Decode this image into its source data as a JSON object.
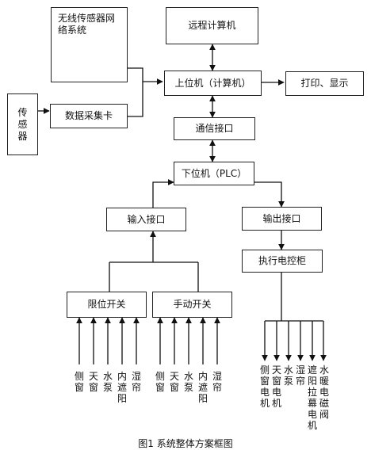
{
  "boxes": {
    "wsn": "无线传感器网络系统",
    "remote": "远程计算机",
    "upper": "上位机（计算机）",
    "print": "打印、显示",
    "sensor": "传感器",
    "daq": "数据采集卡",
    "comm": "通信接口",
    "lower": "下位机（PLC）",
    "input": "输入接口",
    "output": "输出接口",
    "exec": "执行电控柜",
    "limit": "限位开关",
    "manual": "手动开关"
  },
  "limit_inputs": [
    "侧窗",
    "天窗",
    "水泵",
    "内遮阳",
    "湿帘"
  ],
  "manual_inputs": [
    "侧窗",
    "天窗",
    "水泵",
    "内遮阳",
    "湿帘"
  ],
  "outputs": [
    "侧窗电机",
    "天窗电机",
    "水泵",
    "湿帘",
    "遮阳拉幕电机",
    "水暖电磁阀"
  ],
  "caption": "图1 系统整体方案框图"
}
